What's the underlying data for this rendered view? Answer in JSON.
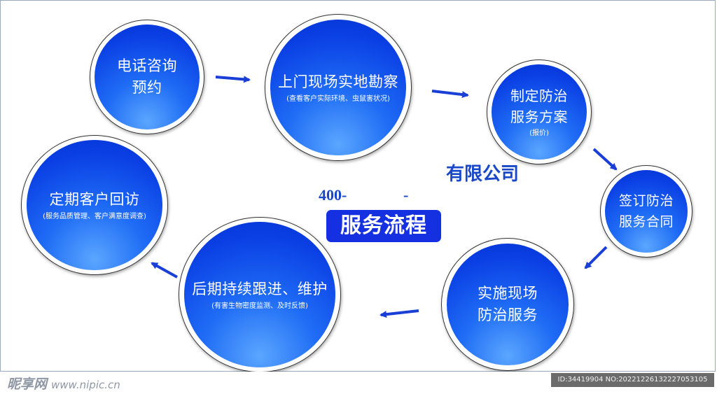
{
  "steps": [
    {
      "title_lines": [
        "电话咨询",
        "预约"
      ],
      "note": ""
    },
    {
      "title_lines": [
        "上门现场实地勘察"
      ],
      "note": "(查看客户实际环境、虫鼠害状况)"
    },
    {
      "title_lines": [
        "制定防治",
        "服务方案"
      ],
      "note": "(报价)"
    },
    {
      "title_lines": [
        "签订防治",
        "服务合同"
      ],
      "note": ""
    },
    {
      "title_lines": [
        "实施现场",
        "防治服务"
      ],
      "note": ""
    },
    {
      "title_lines": [
        "后期持续跟进、维护"
      ],
      "note": "(有害生物密度监测、及时反馈)"
    },
    {
      "title_lines": [
        "定期客户回访"
      ],
      "note": "(服务品质管理、客户满意度调查)"
    }
  ],
  "center": {
    "company_suffix": "有限公司",
    "phone_prefix": "400-",
    "phone_dash": "-",
    "heading": "服务流程"
  },
  "watermark": {
    "brand": "昵享网",
    "url": "www.nipic.cn",
    "id_text": "ID:34419904 NO:20221226132227053105"
  },
  "colors": {
    "circle_dark": "#0433cf",
    "circle_light": "#5aa6ff",
    "arrow": "#1a3fd6",
    "heading_bg": "#1530e0",
    "heading_text": "#ffffff",
    "company_text": "#1848c8"
  }
}
